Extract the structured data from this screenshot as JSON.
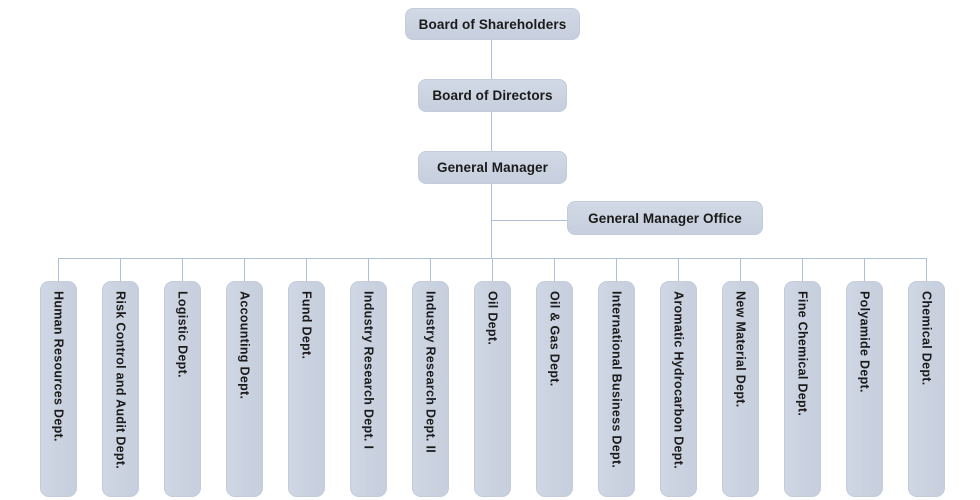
{
  "org_chart": {
    "nodes": {
      "shareholders": "Board of Shareholders",
      "directors": "Board of Directors",
      "general_manager": "General Manager",
      "general_manager_office": "General Manager Office"
    },
    "departments": [
      "Human Resources Dept.",
      "Risk Control and Audit Dept.",
      "Logistic Dept.",
      "Accounting Dept.",
      "Fund Dept.",
      "Industry Research Dept. I",
      "Industry Research Dept. II",
      "Oil Dept.",
      "Oil & Gas Dept.",
      "International Business Dept.",
      "Aromatic Hydrocarbon Dept.",
      "New Material Dept.",
      "Fine Chemical Dept.",
      "Polyamide Dept.",
      "Chemical Dept."
    ],
    "colors": {
      "node_fill": "#ccd4e2",
      "node_border": "#c3ccdb",
      "connector": "#aebfd7",
      "text": "#1a1a1a",
      "background": "#ffffff"
    }
  }
}
